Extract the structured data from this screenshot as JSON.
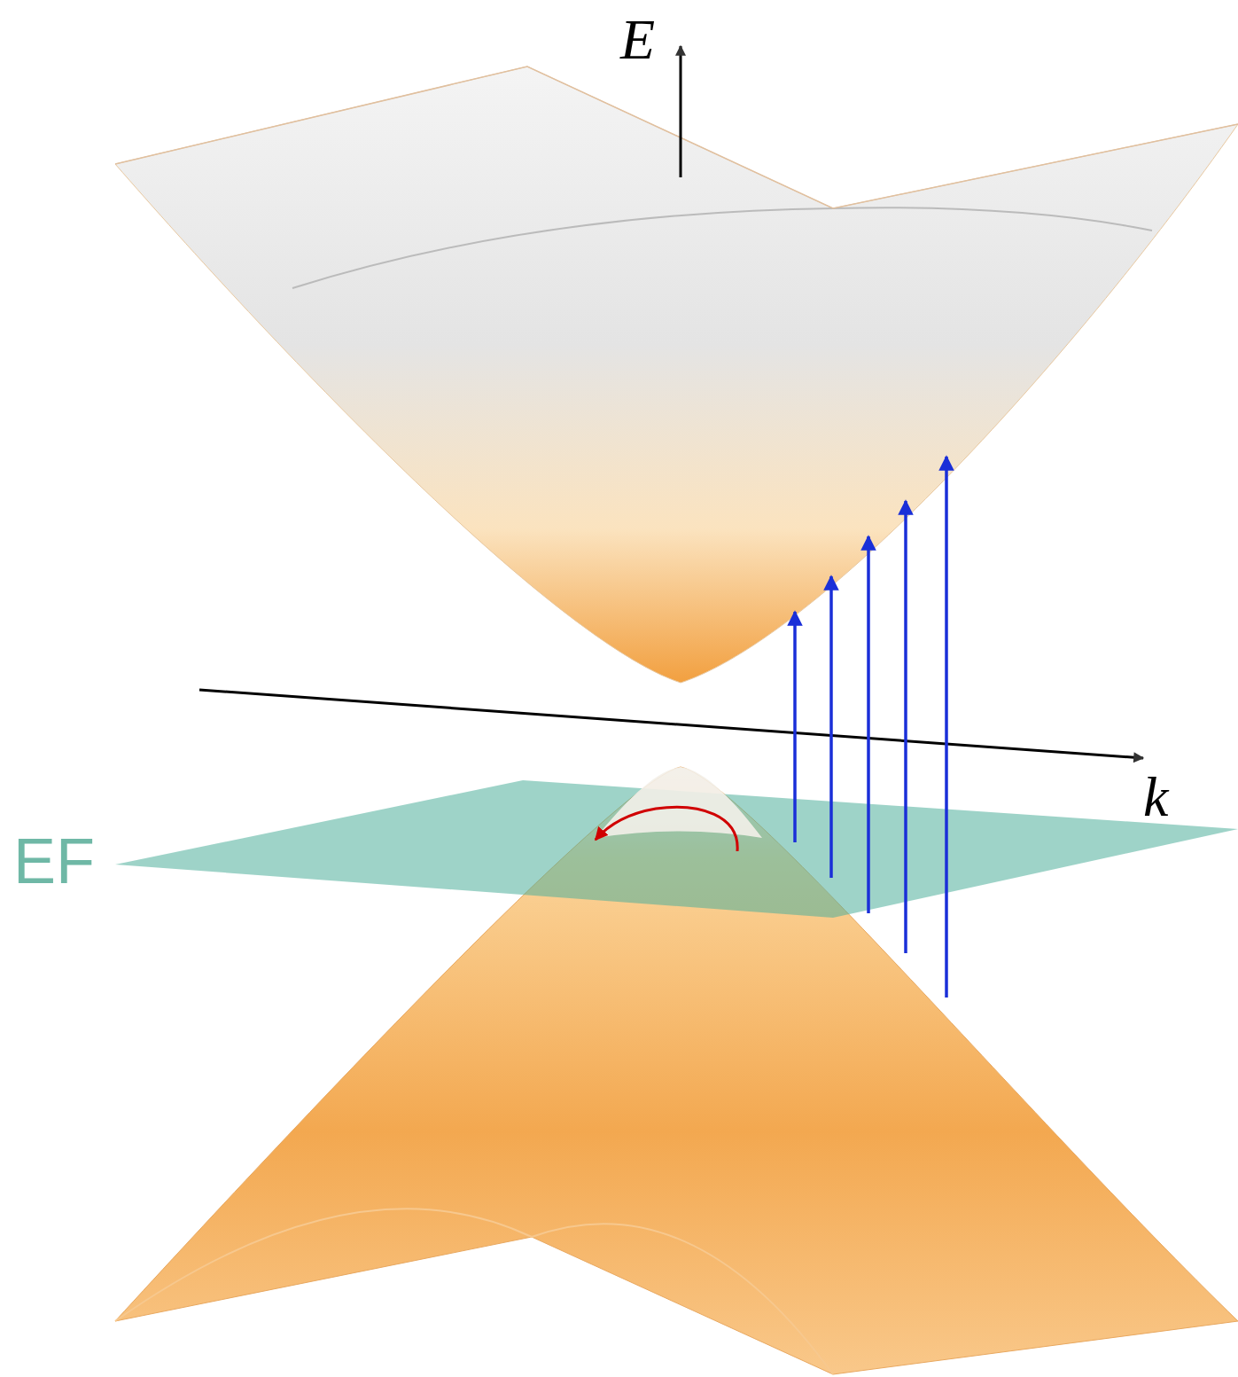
{
  "diagram": {
    "labels": [
      "E",
      "k",
      "EF"
    ]
  }
}
